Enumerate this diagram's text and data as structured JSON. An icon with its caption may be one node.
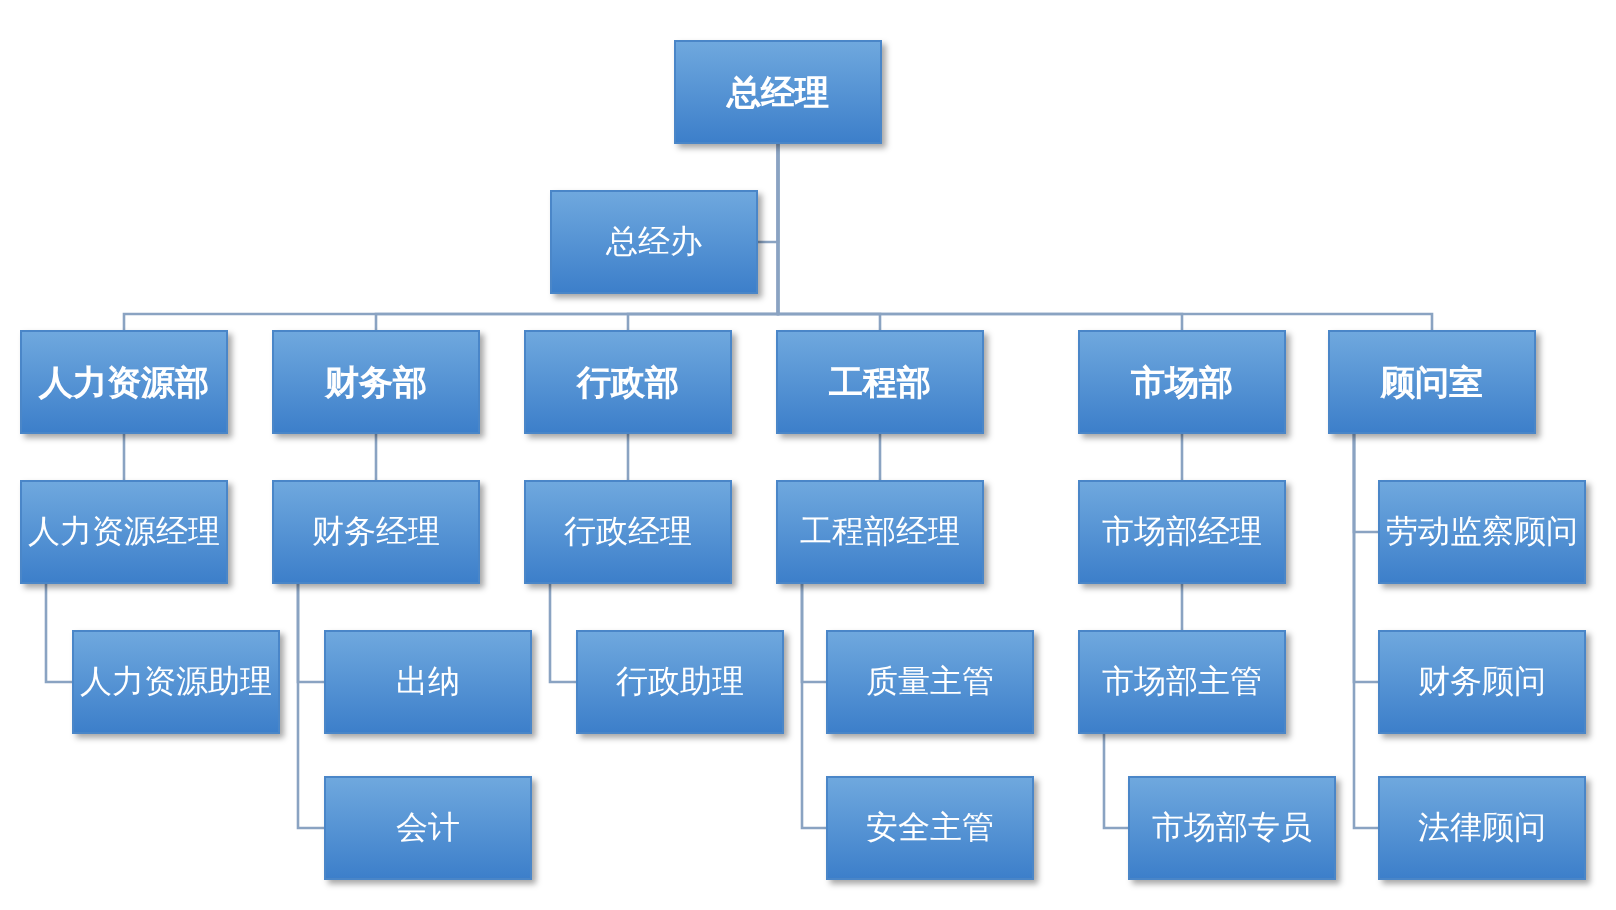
{
  "diagram": {
    "nodes": [
      {
        "text": [
          "总经理"
        ]
      },
      {
        "text": [
          "总经办"
        ]
      },
      {
        "text": [
          "人力资源部"
        ]
      },
      {
        "text": [
          "财务部"
        ]
      },
      {
        "text": [
          "行政部"
        ]
      },
      {
        "text": [
          "工程部"
        ]
      },
      {
        "text": [
          "市场部"
        ]
      },
      {
        "text": [
          "顾问室"
        ]
      },
      {
        "text": [
          "人力资源经理"
        ]
      },
      {
        "text": [
          "财务经理"
        ]
      },
      {
        "text": [
          "行政经理"
        ]
      },
      {
        "text": [
          "工程部经理"
        ]
      },
      {
        "text": [
          "市场部经理"
        ]
      },
      {
        "text": [
          "劳动监察顾问"
        ]
      },
      {
        "text": [
          "人力资源助理"
        ]
      },
      {
        "text": [
          "出纳"
        ]
      },
      {
        "text": [
          "行政助理"
        ]
      },
      {
        "text": [
          "质量主管"
        ]
      },
      {
        "text": [
          "市场部主管"
        ]
      },
      {
        "text": [
          "财务顾问"
        ]
      },
      {
        "text": [
          "会计"
        ]
      },
      {
        "text": [
          "安全主管"
        ]
      },
      {
        "text": [
          "市场部专员"
        ]
      },
      {
        "text": [
          "法律顾问"
        ]
      }
    ],
    "edges": [
      {
        "from": 0,
        "to": 1,
        "arrow": "none"
      },
      {
        "from": 0,
        "to": 2,
        "arrow": "none"
      },
      {
        "from": 0,
        "to": 3,
        "arrow": "none"
      },
      {
        "from": 0,
        "to": 4,
        "arrow": "none"
      },
      {
        "from": 0,
        "to": 5,
        "arrow": "none"
      },
      {
        "from": 0,
        "to": 6,
        "arrow": "none"
      },
      {
        "from": 0,
        "to": 7,
        "arrow": "none"
      },
      {
        "from": 2,
        "to": 8,
        "arrow": "none"
      },
      {
        "from": 3,
        "to": 9,
        "arrow": "none"
      },
      {
        "from": 4,
        "to": 10,
        "arrow": "none"
      },
      {
        "from": 5,
        "to": 11,
        "arrow": "none"
      },
      {
        "from": 6,
        "to": 12,
        "arrow": "none"
      },
      {
        "from": 7,
        "to": 13,
        "arrow": "none"
      },
      {
        "from": 7,
        "to": 19,
        "arrow": "none"
      },
      {
        "from": 7,
        "to": 23,
        "arrow": "none"
      },
      {
        "from": 8,
        "to": 14,
        "arrow": "none"
      },
      {
        "from": 9,
        "to": 15,
        "arrow": "none"
      },
      {
        "from": 9,
        "to": 20,
        "arrow": "none"
      },
      {
        "from": 10,
        "to": 16,
        "arrow": "none"
      },
      {
        "from": 11,
        "to": 17,
        "arrow": "none"
      },
      {
        "from": 11,
        "to": 21,
        "arrow": "none"
      },
      {
        "from": 12,
        "to": 18,
        "arrow": "none"
      },
      {
        "from": 18,
        "to": 22,
        "arrow": "none"
      }
    ]
  }
}
